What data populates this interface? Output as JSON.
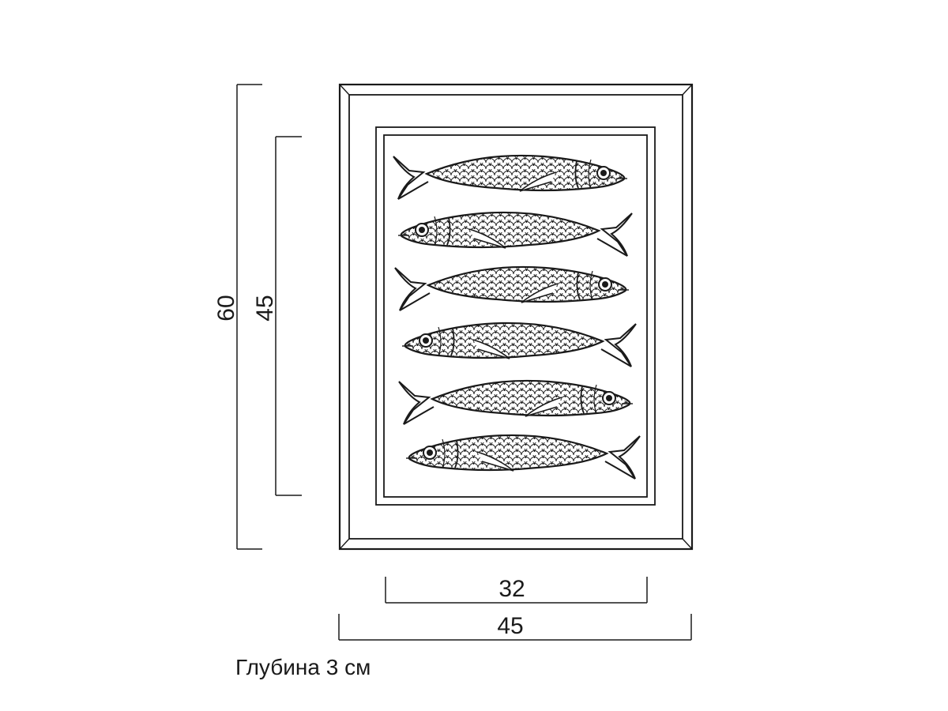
{
  "dimensions": {
    "outer_height": "60",
    "inner_height": "45",
    "inner_width": "32",
    "outer_width": "45"
  },
  "caption": "Глубина 3 см",
  "artwork": {
    "subject": "six sardines",
    "fish_count": 6,
    "stroke_color": "#1a1a1a",
    "background_color": "#ffffff"
  }
}
